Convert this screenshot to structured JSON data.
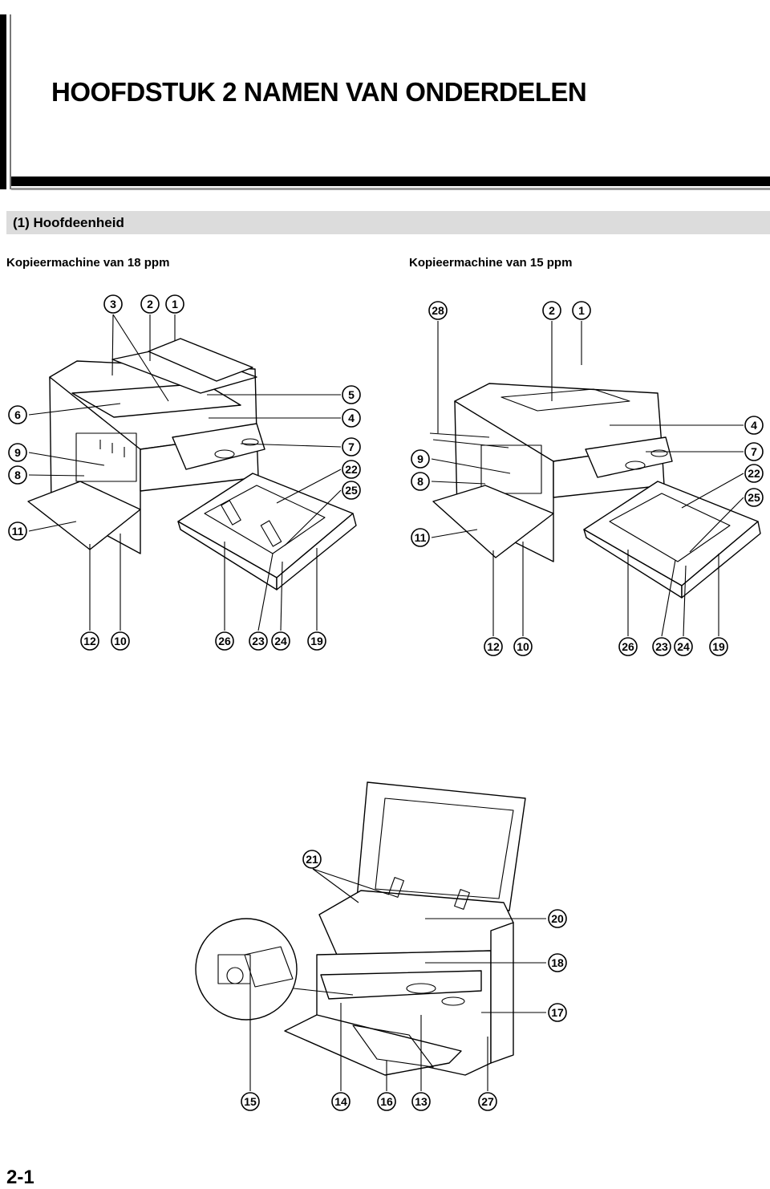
{
  "chapter_title": "HOOFDSTUK 2   NAMEN VAN ONDERDELEN",
  "section_title": "(1) Hoofdeenheid",
  "left_caption": "Kopieermachine van 18 ppm",
  "right_caption": "Kopieermachine van 15 ppm",
  "page_number": "2-1",
  "callouts": {
    "a3": "3",
    "a2": "2",
    "a1": "1",
    "a6": "6",
    "a5": "5",
    "a4": "4",
    "a9": "9",
    "a8": "8",
    "a7": "7",
    "a22": "22",
    "a25": "25",
    "a11": "11",
    "a12": "12",
    "a10": "10",
    "a26": "26",
    "a23": "23",
    "a24": "24",
    "a19": "19",
    "b28": "28",
    "b2": "2",
    "b1": "1",
    "b4": "4",
    "b9": "9",
    "b7": "7",
    "b8": "8",
    "b22": "22",
    "b25": "25",
    "b11": "11",
    "b12": "12",
    "b10": "10",
    "b26": "26",
    "b23": "23",
    "b24": "24",
    "b19": "19",
    "c21": "21",
    "c20": "20",
    "c18": "18",
    "c17": "17",
    "c15": "15",
    "c14": "14",
    "c16": "16",
    "c13": "13",
    "c27": "27"
  }
}
